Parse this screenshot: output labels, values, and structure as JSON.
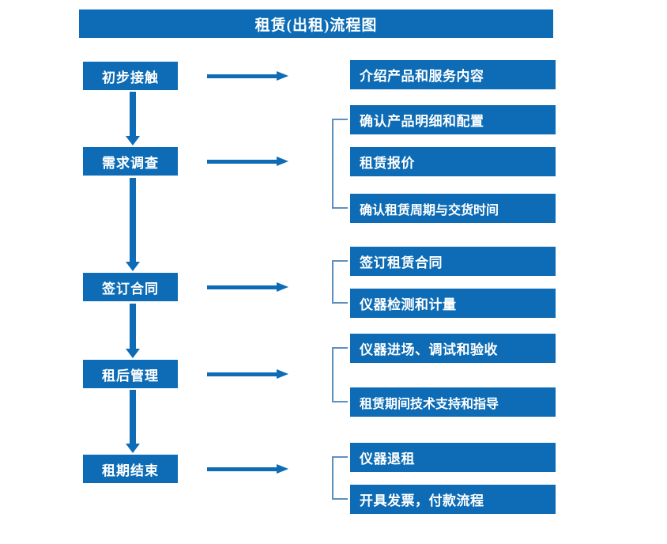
{
  "diagram": {
    "title": "租赁(出租)流程图",
    "colors": {
      "box_blue": "#0d6cb5",
      "bracket_blue": "#5f8fbe",
      "text_white": "#ffffff",
      "background": "#ffffff"
    },
    "stages": [
      {
        "label": "初步接触"
      },
      {
        "label": "需求调查"
      },
      {
        "label": "签订合同"
      },
      {
        "label": "租后管理"
      },
      {
        "label": "租期结束"
      }
    ],
    "details": [
      {
        "label": "介绍产品和服务内容"
      },
      {
        "label": "确认产品明细和配置"
      },
      {
        "label": "租赁报价"
      },
      {
        "label": "确认租赁周期与交货时间"
      },
      {
        "label": "签订租赁合同"
      },
      {
        "label": "仪器检测和计量"
      },
      {
        "label": "仪器进场、调试和验收"
      },
      {
        "label": "租赁期间技术支持和指导"
      },
      {
        "label": "仪器退租"
      },
      {
        "label": "开具发票，付款流程"
      }
    ]
  }
}
